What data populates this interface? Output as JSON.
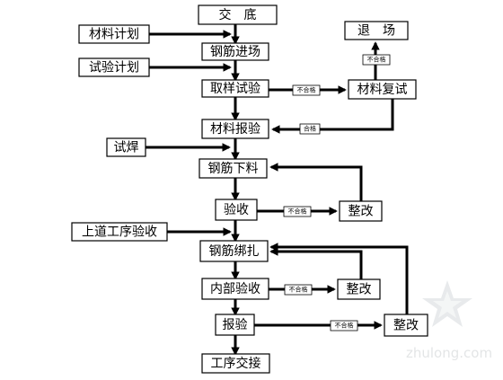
{
  "nodes": {
    "jiaodi": "交　底",
    "tuichang": "退　场",
    "cailiao_jihua": "材料计划",
    "gangjin_jinchang": "钢筋进场",
    "shiyan_jihua": "试验计划",
    "quyang_shiyan": "取样试验",
    "cailiao_fushi": "材料复试",
    "cailiao_baoyan": "材料报验",
    "shihan": "试焊",
    "gangjin_xialiao": "钢筋下料",
    "yanshou": "验收",
    "zhenggai_1": "整改",
    "shangdao_yanshou": "上道工序验收",
    "gangjin_bangzha": "钢筋绑扎",
    "neibu_yanshou": "内部验收",
    "zhenggai_2": "整改",
    "baoyan": "报验",
    "zhenggai_3": "整改",
    "gongxu_jiaojie": "工序交接"
  },
  "edge_labels": {
    "buhege": "不合格",
    "hege": "合格"
  },
  "watermark": {
    "text": "zhulong.com"
  }
}
